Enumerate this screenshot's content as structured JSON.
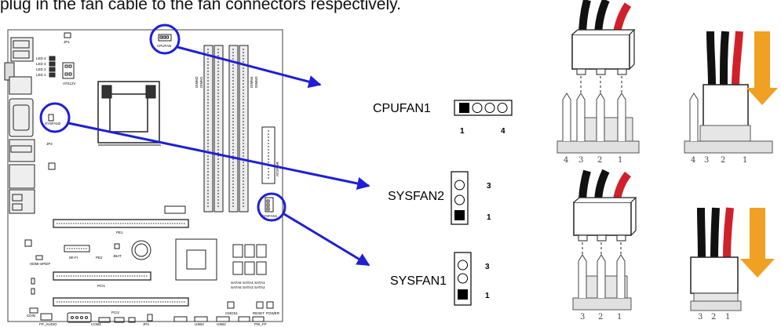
{
  "heading": "plug in the fan cable to the fan connectors respectively.",
  "board": {
    "jp1": "JP1",
    "cpufan_label": "CPUFAN",
    "led4": "LED 4",
    "led3": "LED 3",
    "led2": "LED 2",
    "led1": "LED 1",
    "atx12v": "ATX12V",
    "dimm2": "DIMM2",
    "dimm1": "DIMM1",
    "dimm4": "DIMM4",
    "dimm3": "DIMM3",
    "sysfan2_label": "SYSFAN2",
    "jp2": "JP2",
    "atxpwr": "ATXPWR",
    "sysfan1_label": "SYSFAN1",
    "pe1": "PE1",
    "pe2": "PE2",
    "jbat": "JBAT",
    "wifi": "WI-FI",
    "hdmi_spdif": "HDMI-SPDIF",
    "pci1": "PCI1",
    "pci2": "PCI2",
    "sata6": "SATA6",
    "sata5": "SATA5",
    "sata4": "SATA4",
    "sata3": "SATA3",
    "sata1": "SATA1",
    "sata2": "SATA2",
    "cmos1": "CMOS1",
    "reset": "RESET",
    "power": "POWER",
    "cdin": "CDIN",
    "fp_audio": "FP_AUDIO",
    "com1": "COM1",
    "jp3": "JP3",
    "usb3": "USB3",
    "usb2": "USB2",
    "pwr_fp": "PW_FP"
  },
  "connectors": {
    "cpufan1": {
      "name": "CPUFAN1",
      "pin_start": "1",
      "pin_end": "4"
    },
    "sysfan2": {
      "name": "SYSFAN2",
      "pin_top": "3",
      "pin_bottom": "1"
    },
    "sysfan1": {
      "name": "SYSFAN1",
      "pin_top": "3",
      "pin_bottom": "1"
    }
  },
  "four_pin_numbers": [
    "4",
    "3",
    "2",
    "1"
  ],
  "three_pin_numbers": [
    "3",
    "2",
    "1"
  ],
  "colors": {
    "arrow_blue": "#1f1fd6",
    "wire_red": "#d0202a",
    "wire_black": "#111111",
    "insert_arrow_orange": "#f0a022"
  }
}
